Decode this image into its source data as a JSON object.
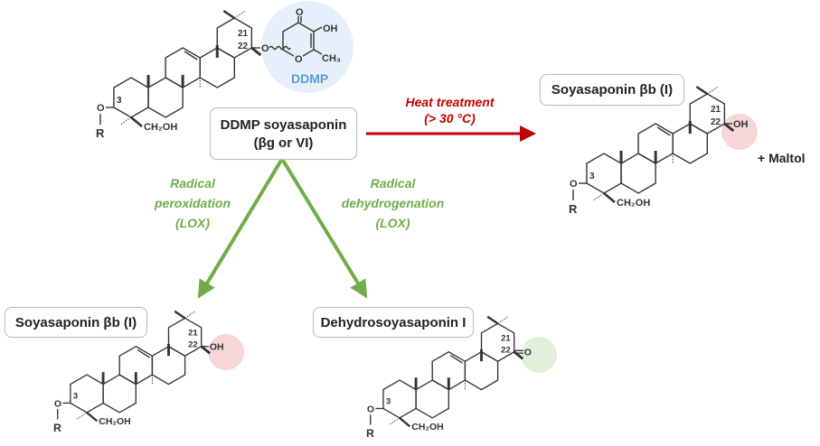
{
  "structures": {
    "c3": "3",
    "c21": "21",
    "c22": "22",
    "r_group": "R",
    "oxygen": "O",
    "ch2oh": "CH₂OH",
    "hydroxyl": "OH",
    "methyl": "CH₃"
  },
  "ddmp": {
    "label": "DDMP",
    "oxygen": "O",
    "carbonyl_o": "O",
    "hydroxyl": "OH",
    "methyl": "CH₃"
  },
  "boxes": {
    "start": {
      "line1": "DDMP soyasaponin",
      "line2": "(βg or VI)"
    },
    "heat_product": "Soyasaponin βb (I)",
    "lox_product1": "Soyasaponin βb (I)",
    "lox_product2": "Dehydrosoyasaponin I"
  },
  "arrows": {
    "heat": {
      "line1": "Heat treatment",
      "line2": "(> 30 °C)"
    },
    "peroxidation": {
      "line1": "Radical",
      "line2": "peroxidation",
      "line3": "(LOX)"
    },
    "dehydrogenation": {
      "line1": "Radical",
      "line2": "dehydrogenation",
      "line3": "(LOX)"
    }
  },
  "byproduct": "+ Maltol",
  "colors": {
    "heat": "#c00000",
    "lox": "#70ad47",
    "ddmp": "#5b9bd5",
    "oh_highlight": "#f6d6d6",
    "keto_highlight": "#e2f0d9"
  }
}
